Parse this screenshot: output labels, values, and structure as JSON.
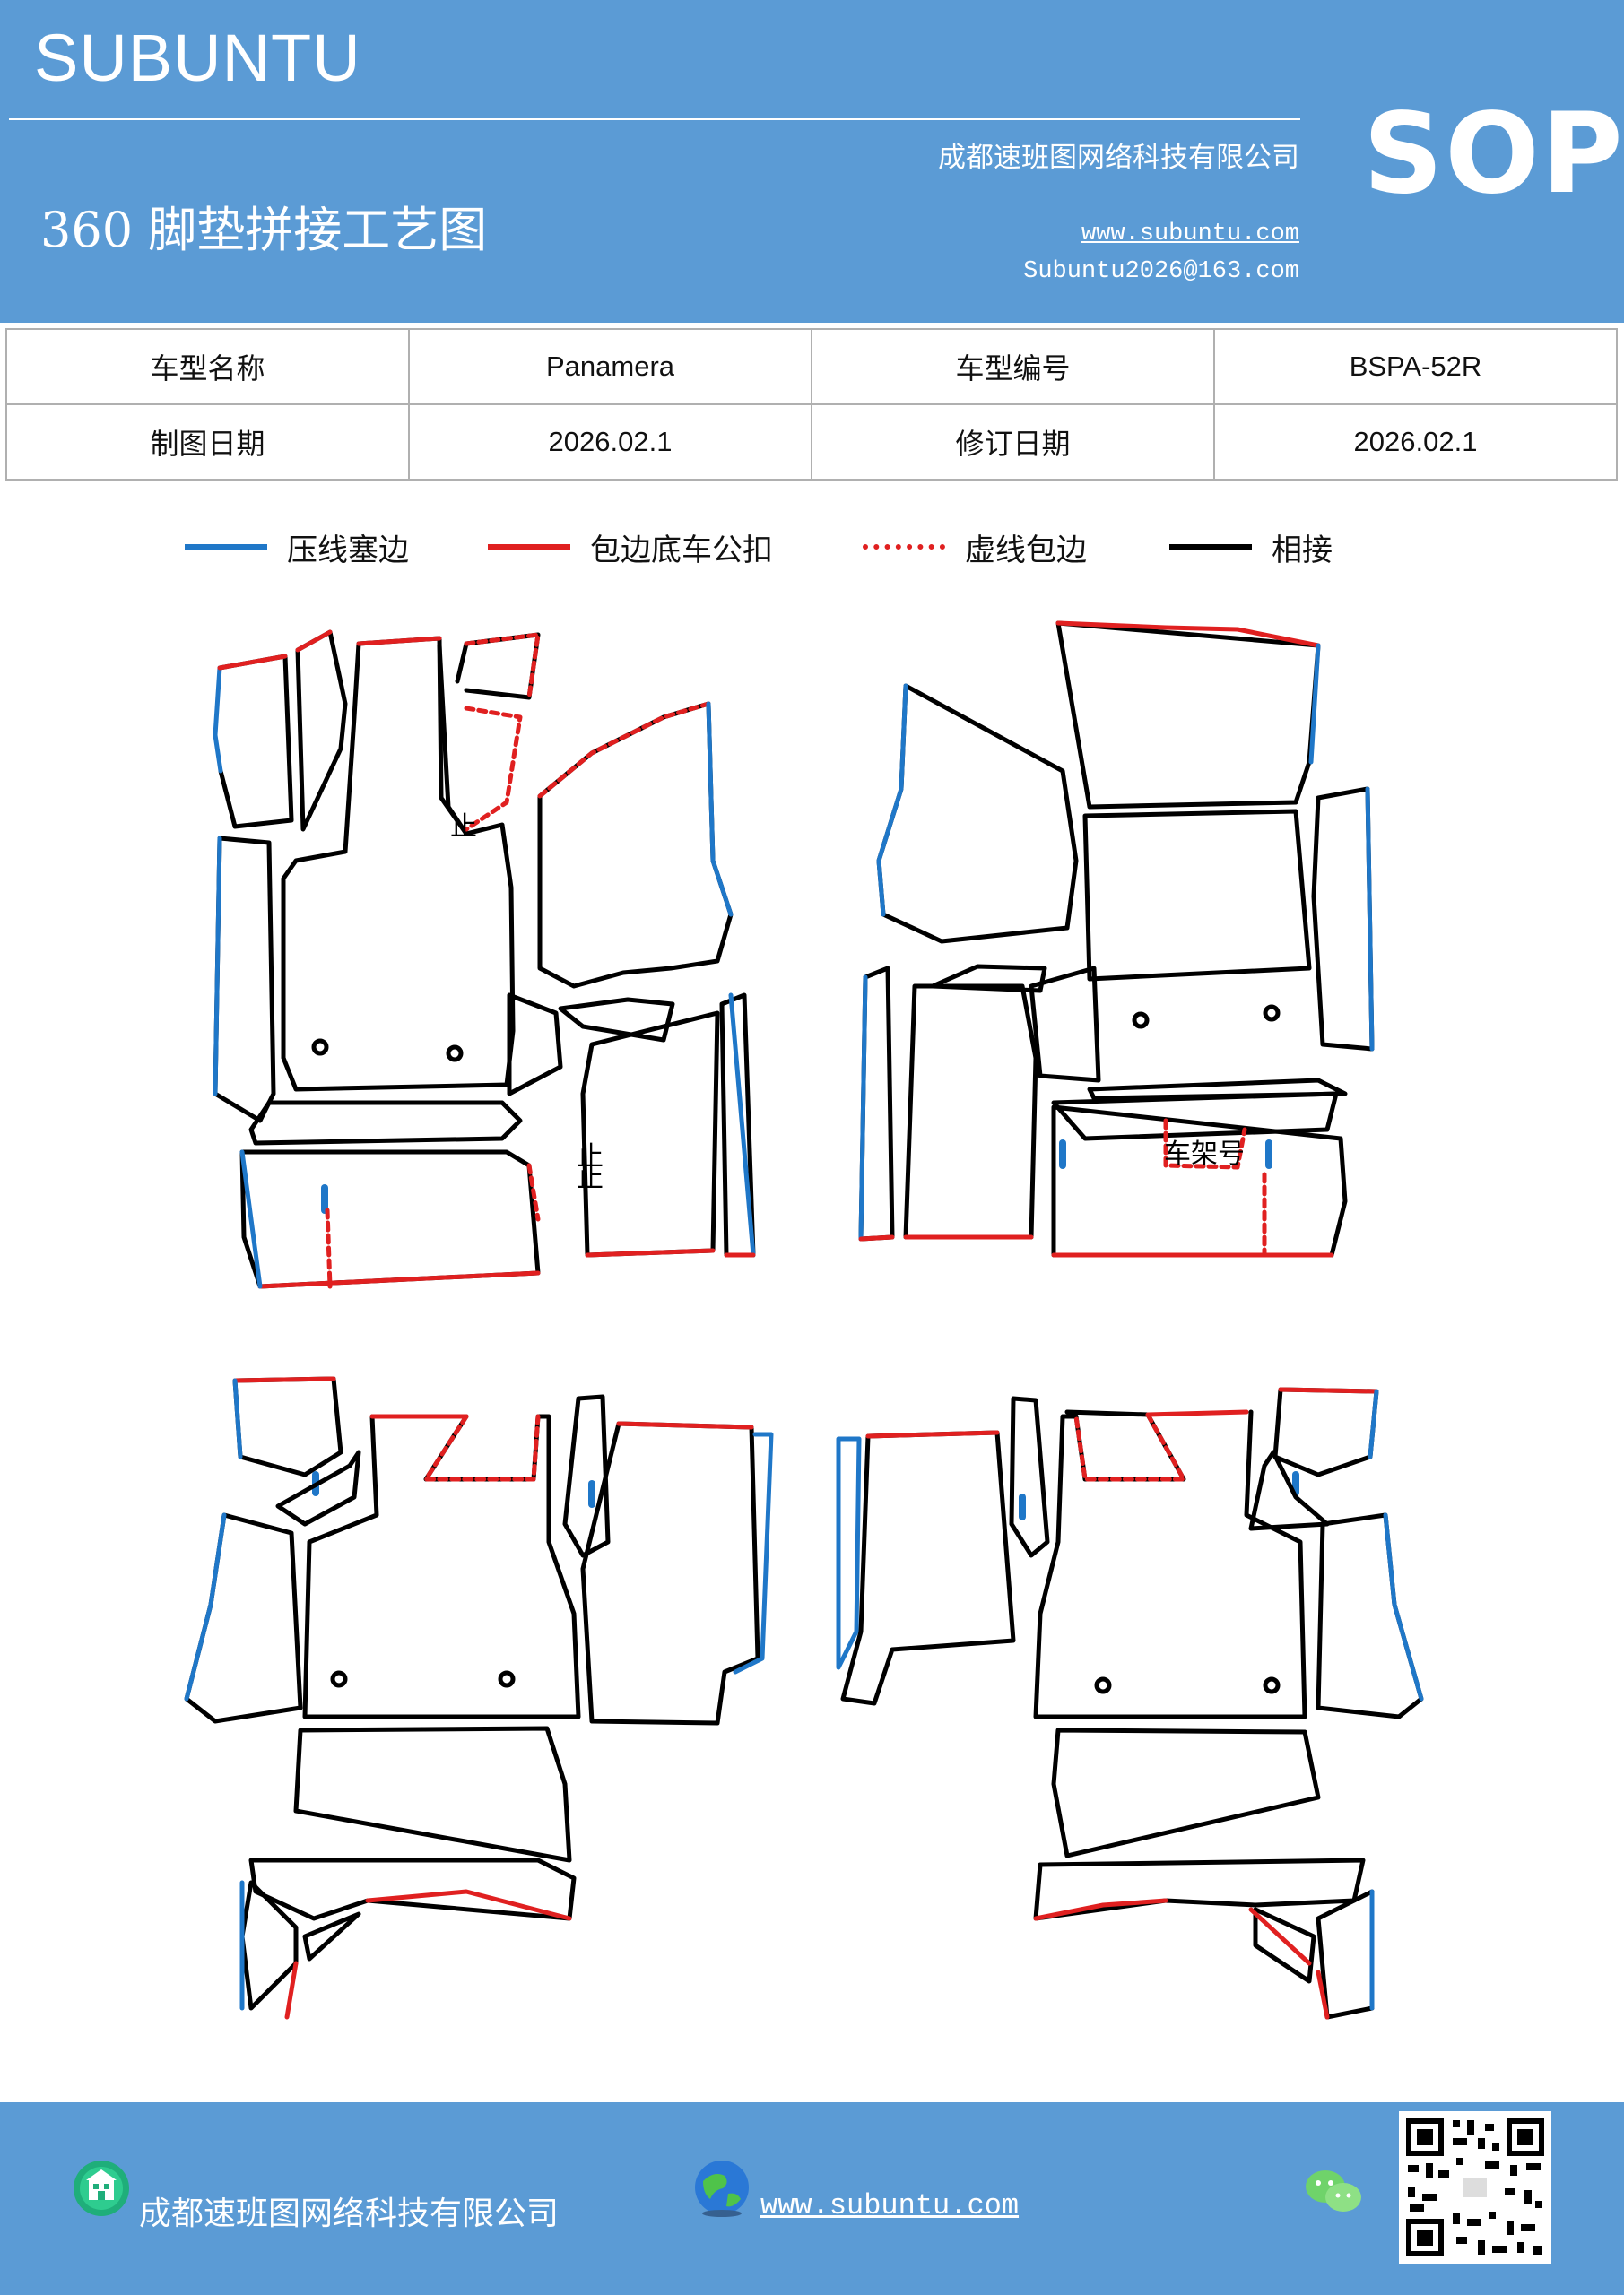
{
  "header": {
    "brand": "SUBUNTU",
    "badge": "SOP",
    "title": "360 脚垫拼接工艺图",
    "company": "成都速班图网络科技有限公司",
    "website": "www.subuntu.com",
    "email": "Subuntu2026@163.com"
  },
  "info_table": {
    "rows": [
      [
        "车型名称",
        "Panamera",
        "车型编号",
        "BSPA-52R"
      ],
      [
        "制图日期",
        "2026.02.1",
        "修订日期",
        "2026.02.1"
      ]
    ]
  },
  "legend": [
    {
      "label": "压线塞边",
      "color": "#1f77c8",
      "style": "solid"
    },
    {
      "label": "包边底车公扣",
      "color": "#e02020",
      "style": "solid"
    },
    {
      "label": "虚线包边",
      "color": "#e02020",
      "style": "dashed"
    },
    {
      "label": "相接",
      "color": "#000000",
      "style": "solid"
    }
  ],
  "drawing_labels": {
    "frame_number": "车架号",
    "stop_mark": "止"
  },
  "footer": {
    "company": "成都速班图网络科技有限公司",
    "website": "www.subuntu.com",
    "icons": [
      "building-icon",
      "globe-icon",
      "wechat-icon",
      "qr-code"
    ]
  }
}
